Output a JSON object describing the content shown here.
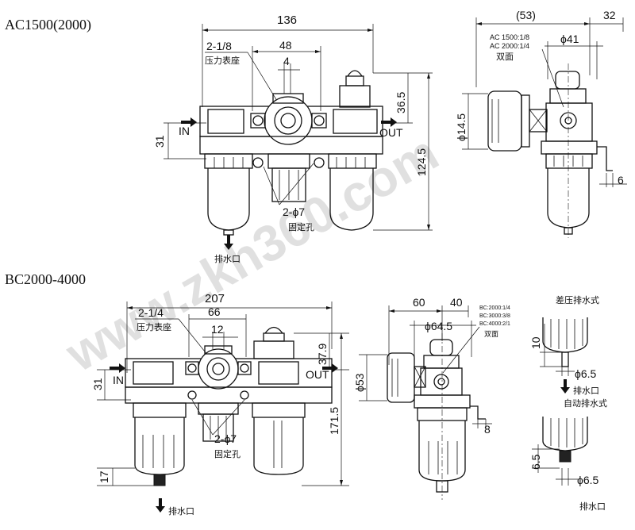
{
  "section1": {
    "title": "AC1500(2000)",
    "front": {
      "overall_width": "136",
      "port_size": "2-1/8",
      "port_label": "压力表座",
      "dim_48": "48",
      "dim_4": "4",
      "dim_36_5": "36.5",
      "dim_124_5": "124.5",
      "dim_31": "31",
      "inlet": "IN",
      "outlet": "OUT",
      "mount_holes": "2-ϕ7",
      "mount_label": "固定孔",
      "drain_label": "排水口"
    },
    "side": {
      "dim_53": "(53)",
      "dim_32": "32",
      "note_line1": "AC 1500:1/8",
      "note_line2": "AC 2000:1/4",
      "note_line3": "双面",
      "dim_phi41": "ϕ41",
      "dim_phi14_5": "ϕ14.5",
      "dim_6": "6"
    }
  },
  "section2": {
    "title": "BC2000-4000",
    "front": {
      "overall_width": "207",
      "port_size": "2-1/4",
      "port_label": "压力表座",
      "dim_66": "66",
      "dim_12": "12",
      "dim_37_9": "37.9",
      "dim_171_5": "171.5",
      "dim_31": "31",
      "dim_17": "17",
      "inlet": "IN",
      "outlet": "OUT",
      "mount_holes": "2-ϕ7",
      "mount_label": "固定孔",
      "drain_label": "排水口"
    },
    "side": {
      "dim_60": "60",
      "dim_40": "40",
      "note_line1": "BC:2000:1/4",
      "note_line2": "BC:3000:3/8",
      "note_line3": "BC:4000:2/1",
      "note_line4": "双面",
      "dim_phi64_5": "ϕ64.5",
      "dim_phi53": "ϕ53",
      "dim_8": "8"
    },
    "drains": {
      "diff_label": "差压排水式",
      "dim_10": "10",
      "dim_phi6_5_a": "ϕ6.5",
      "drain_label_a": "排水口",
      "auto_label": "自动排水式",
      "dim_6_5": "6.5",
      "dim_phi6_5_b": "ϕ6.5",
      "drain_label_b": "排水口"
    }
  },
  "watermark": "www.zkh360.com"
}
